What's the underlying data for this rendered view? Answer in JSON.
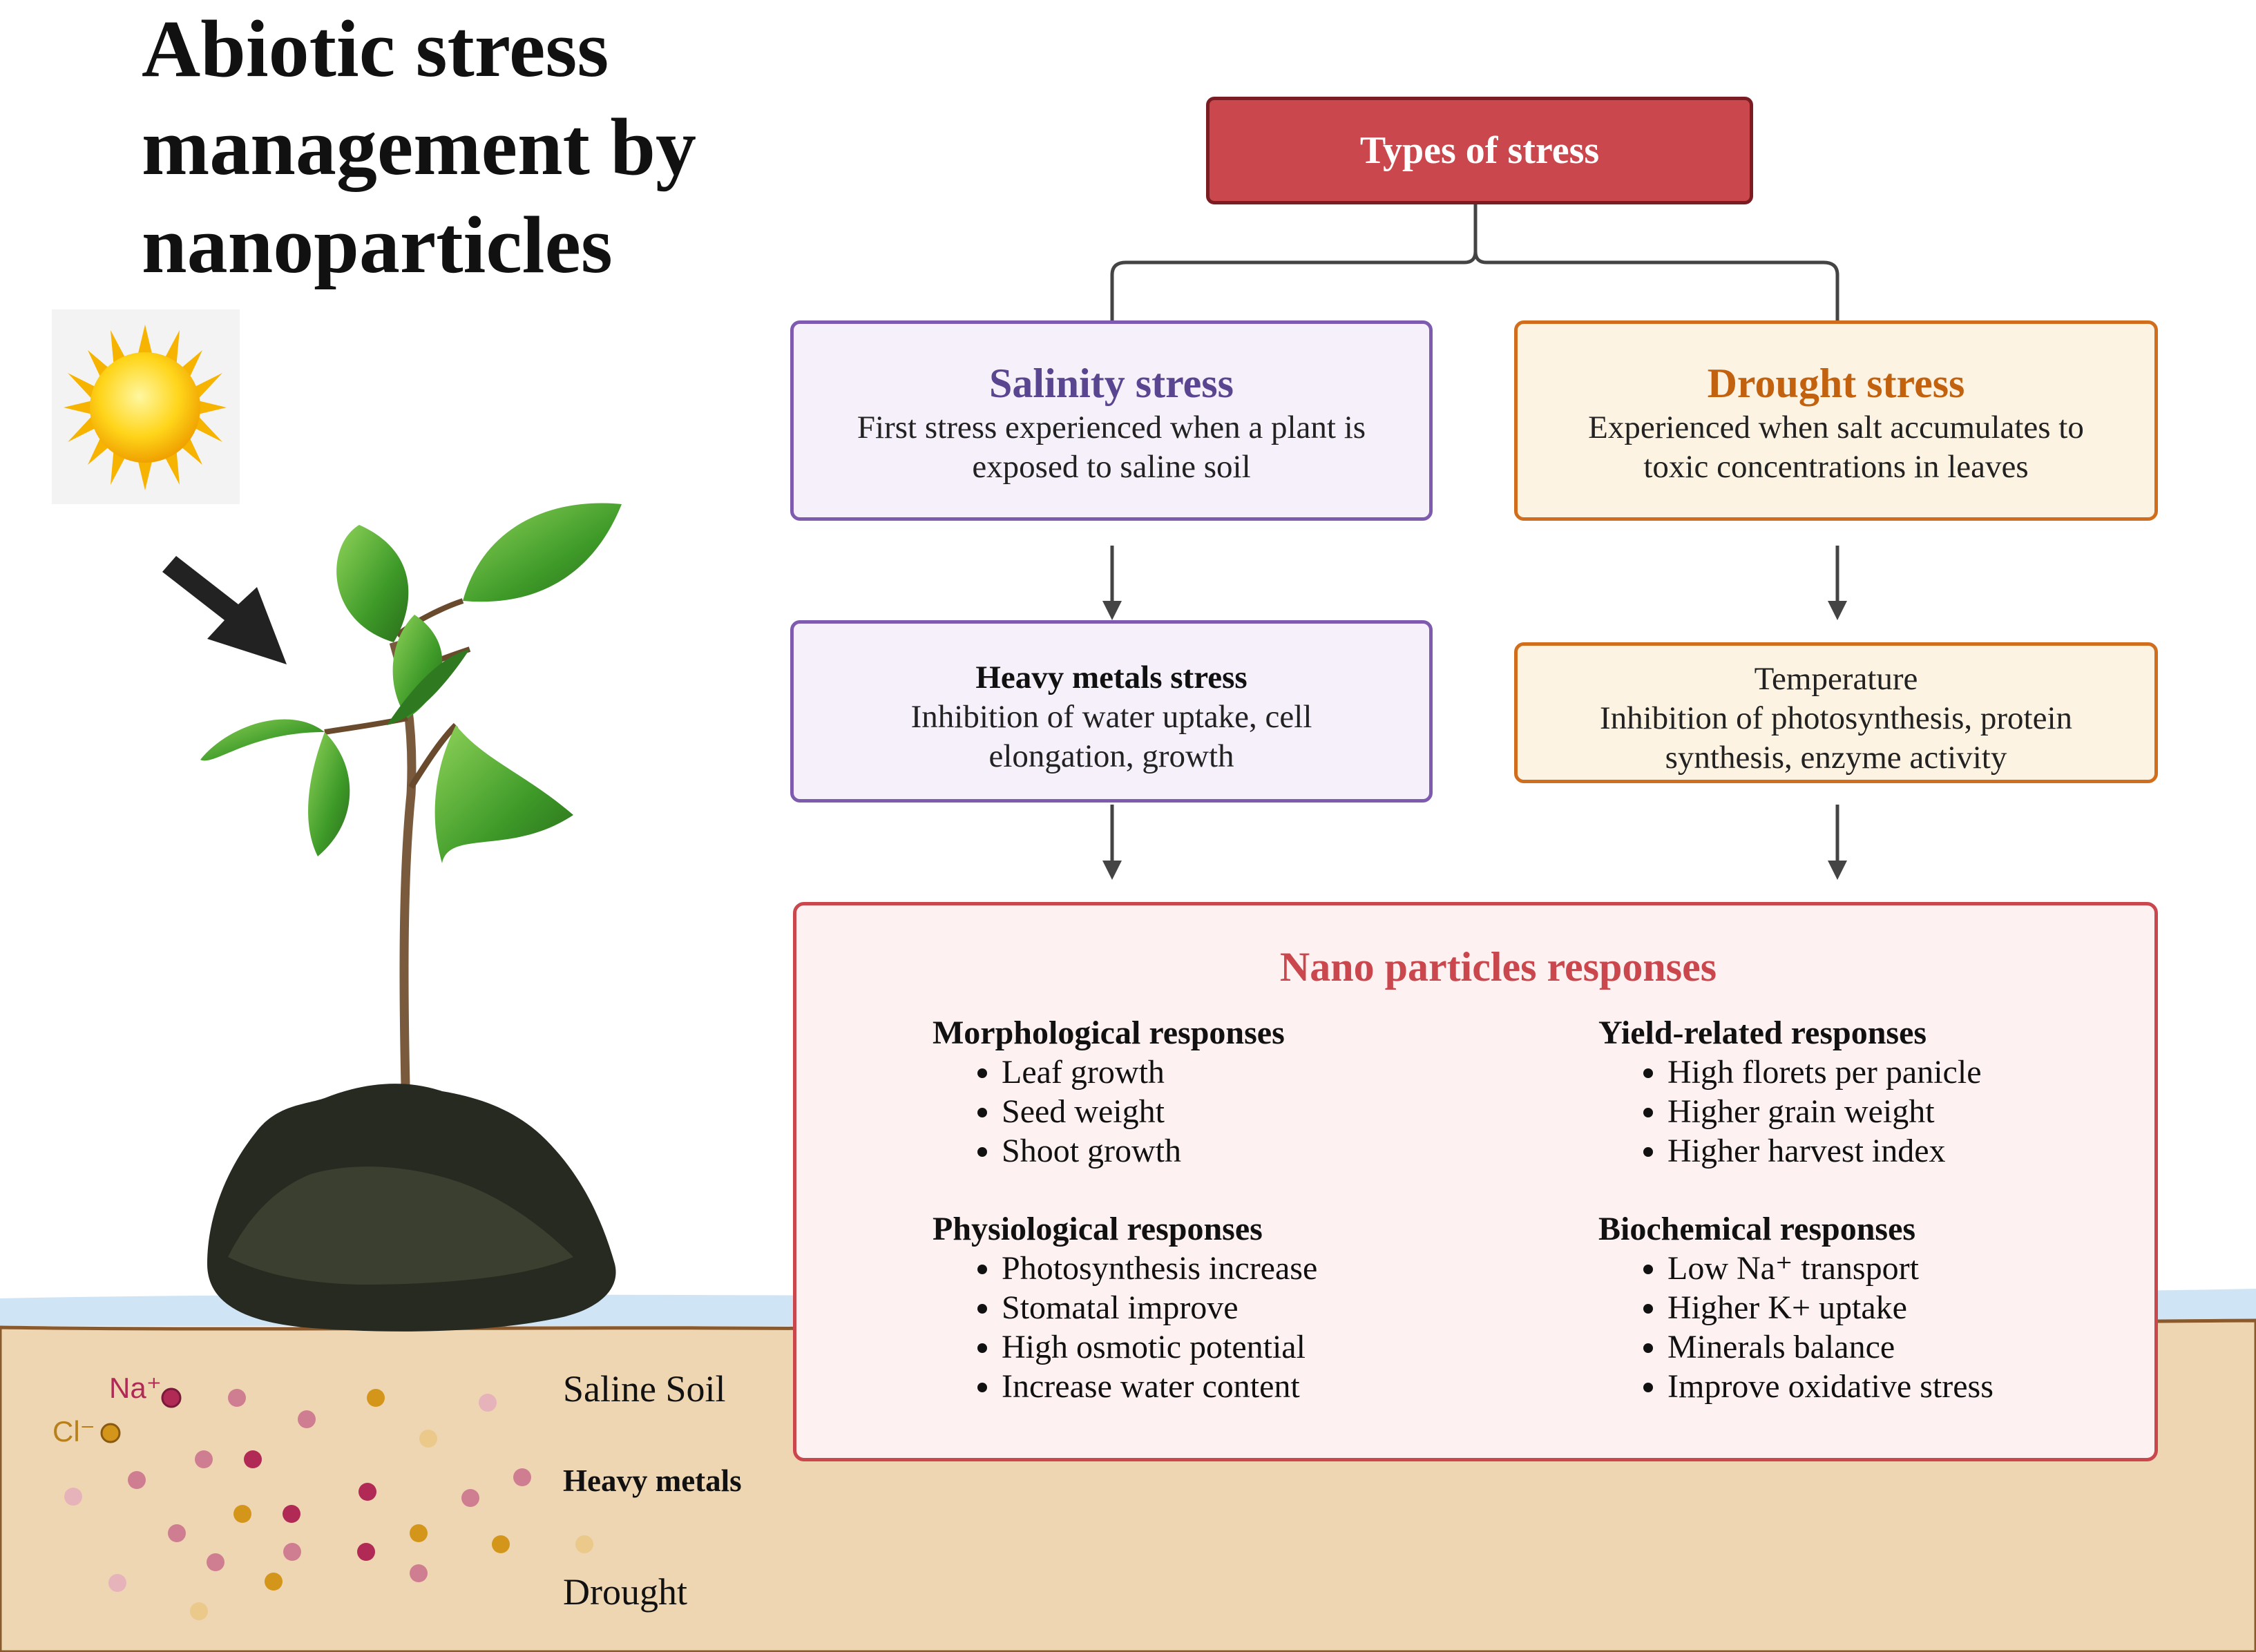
{
  "title": "Abiotic stress management by nanoparticles",
  "root": {
    "label": "Types of stress"
  },
  "salinity": {
    "heading": "Salinity stress",
    "text": "First stress experienced when a plant is exposed to saline soil"
  },
  "drought": {
    "heading": "Drought stress",
    "text": "Experienced when salt accumulates to toxic concentrations in leaves"
  },
  "heavy_metals": {
    "heading": "Heavy metals stress",
    "text": "Inhibition of water uptake, cell elongation, growth"
  },
  "temperature": {
    "heading": "Temperature",
    "text": "Inhibition of photosynthesis, protein synthesis, enzyme activity"
  },
  "nano": {
    "title": "Nano particles responses",
    "groups": [
      {
        "heading": "Morphological responses",
        "items": [
          "Leaf growth",
          "Seed weight",
          "Shoot growth"
        ]
      },
      {
        "heading": "Yield-related responses",
        "items": [
          "High florets per panicle",
          "Higher grain weight",
          "Higher harvest index"
        ]
      },
      {
        "heading": "Physiological responses",
        "items": [
          "Photosynthesis increase",
          "Stomatal improve",
          "High osmotic potential",
          "Increase water content"
        ]
      },
      {
        "heading": "Biochemical responses",
        "items": [
          "Low Na⁺ transport",
          "Higher K+ uptake",
          "Minerals balance",
          "Improve oxidative stress"
        ]
      }
    ]
  },
  "soil": {
    "saline": "Saline Soil",
    "heavy": "Heavy metals",
    "drought": "Drought"
  },
  "ions": {
    "na": "Na⁺",
    "cl": "Cl⁻"
  },
  "colors": {
    "root": "#c9474d",
    "salinity": "#7e5bae",
    "drought": "#d06e1e",
    "soil": "#efd6b3",
    "water": "#cfe4f5"
  },
  "icons": {
    "sun": "sun-icon",
    "arrow": "arrow-icon",
    "plant": "plant-illustration"
  }
}
